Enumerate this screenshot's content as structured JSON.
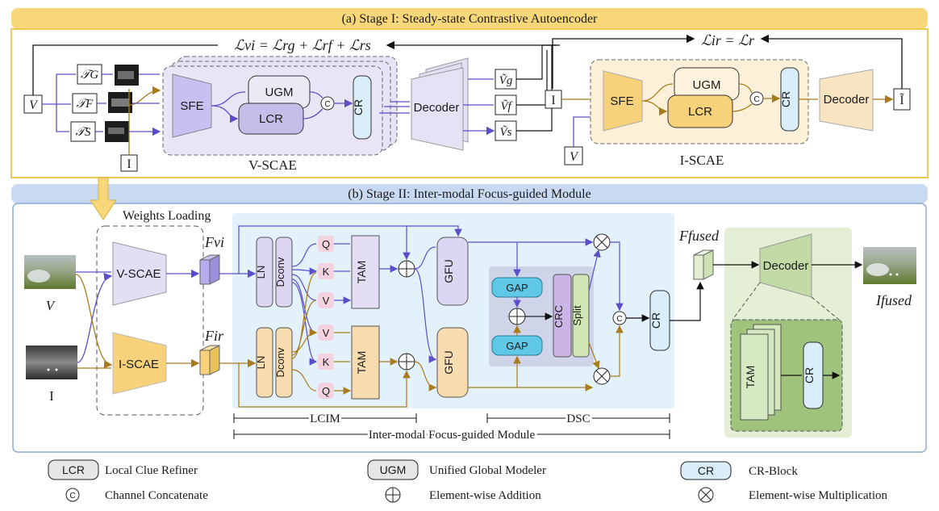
{
  "stage1": {
    "title": "(a) Stage I: Steady-state Contrastive Autoencoder",
    "loss_vi": "ℒvi = ℒrg + ℒrf + ℒrs",
    "loss_ir": "ℒir = ℒr",
    "v_scae_label": "V-SCAE",
    "i_scae_label": "I-SCAE",
    "input_v": "V",
    "input_i": "I",
    "t_g": "𝒯G",
    "t_f": "𝒯F",
    "t_s": "𝒯S",
    "sfe": "SFE",
    "ugm": "UGM",
    "lcr": "LCR",
    "cr": "CR",
    "decoder": "Decoder",
    "concat": "C",
    "out_vg": "Ṽg",
    "out_vf": "Ṽf",
    "out_vs": "Ṽs",
    "out_i": "Ĩ"
  },
  "stage2": {
    "title": "(b) Stage II: Inter-modal Focus-guided Module",
    "weights_loading": "Weights Loading",
    "v_scae": "V-SCAE",
    "i_scae": "I-SCAE",
    "input_v": "V",
    "input_i": "I",
    "f_vi": "Fvi",
    "f_ir": "Fir",
    "f_fused": "Ffused",
    "i_fused": "Ifused",
    "ln": "LN",
    "dconv": "Dconv",
    "q": "Q",
    "k": "K",
    "v": "V",
    "tam": "TAM",
    "gfu": "GFU",
    "gap": "GAP",
    "crc": "CRC",
    "split": "Split",
    "cr": "CR",
    "decoder": "Decoder",
    "lcim": "LCIM",
    "dsc": "DSC",
    "ifm": "Inter-modal Focus-guided Module"
  },
  "legend": {
    "lcr_key": "LCR",
    "lcr_desc": "Local Clue Refiner",
    "ugm_key": "UGM",
    "ugm_desc": "Unified Global Modeler",
    "cr_key": "CR",
    "cr_desc": "CR-Block",
    "concat_key": "C",
    "concat_desc": "Channel Concatenate",
    "add_desc": "Element-wise Addition",
    "mul_desc": "Element-wise Multiplication"
  },
  "colors": {
    "purple_arrow": "#5a4fc9",
    "gold_arrow": "#a87c1d",
    "stage_header": "#f7d77a",
    "stage2_header": "#c9d9f2",
    "purple_fill": "#ddd6f2",
    "orange_fill": "#f6dcae",
    "cr_fill": "#d9eef8",
    "green_fill": "#dcebc8"
  }
}
